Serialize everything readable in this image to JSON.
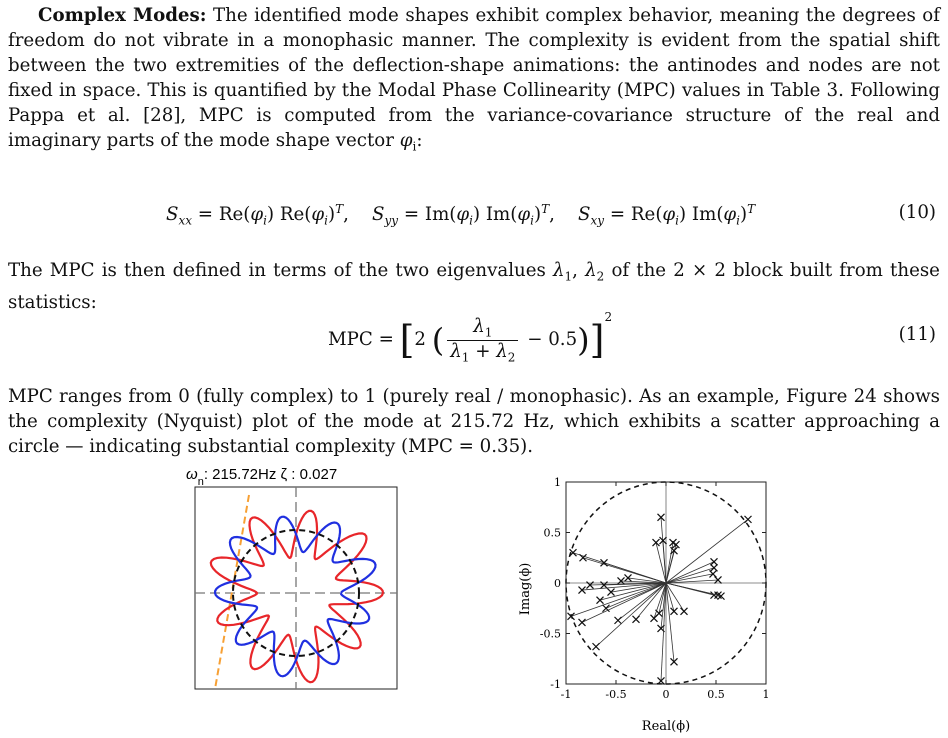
{
  "paragraph1": {
    "runin": "Complex Modes:",
    "text": "The identified mode shapes exhibit complex behavior, meaning the degrees of freedom do not vibrate in a monophasic manner. The complexity is evident from the spatial shift between the two extremities of the deflection-shape animations: the antinodes and nodes are not fixed in space. This is quantified by the Modal Phase Collinearity (MPC) values in Table 3. Following Pappa et al. [28], MPC is computed from the variance-covariance structure of the real and imaginary parts of the mode shape vector",
    "symbol": "φ",
    "symbol_sub": "i",
    "end": ":"
  },
  "equation10": {
    "number": "(10)"
  },
  "paragraph2": {
    "text_a": "The MPC is then defined in terms of the two eigenvalues",
    "text_b": "of the 2 × 2 block built from these statistics:"
  },
  "equation11": {
    "number": "(11)",
    "lhs": "MPC"
  },
  "paragraph3": {
    "text": "MPC ranges from 0 (fully complex) to 1 (purely real / monophasic). As an example, Figure 24 shows the complexity (Nyquist) plot of the mode at 215.72 Hz, which exhibits a scatter approaching a circle — indicating substantial complexity (MPC = 0.35)."
  },
  "figure_left": {
    "title_omega": "ω",
    "title_n": "n",
    "title_rest": ": 215.72Hz  ζ : 0.027",
    "colors": {
      "red": "#e8262a",
      "blue": "#2030e0",
      "orange": "#f7a034",
      "black": "#111111"
    }
  },
  "chart_data": {
    "type": "scatter",
    "title": "",
    "xlabel": "Real(ϕ)",
    "ylabel": "Imag(ϕ)",
    "xlim": [
      -1,
      1
    ],
    "ylim": [
      -1,
      1
    ],
    "xticks": [
      "-1",
      "-0.5",
      "0",
      "0.5",
      "1"
    ],
    "yticks": [
      "1",
      "0.5",
      "0",
      "-0.5",
      "-1"
    ],
    "grid": false,
    "reference_circle": "dashed unit circle",
    "points": [
      {
        "x": -0.05,
        "y": 0.65
      },
      {
        "x": -0.1,
        "y": 0.4
      },
      {
        "x": -0.03,
        "y": 0.42
      },
      {
        "x": 0.07,
        "y": 0.4
      },
      {
        "x": 0.1,
        "y": 0.38
      },
      {
        "x": 0.08,
        "y": 0.32
      },
      {
        "x": 0.82,
        "y": 0.63
      },
      {
        "x": -0.93,
        "y": 0.3
      },
      {
        "x": -0.83,
        "y": 0.25
      },
      {
        "x": -0.62,
        "y": 0.2
      },
      {
        "x": -0.45,
        "y": 0.02
      },
      {
        "x": -0.38,
        "y": 0.05
      },
      {
        "x": -0.76,
        "y": -0.02
      },
      {
        "x": -0.62,
        "y": -0.02
      },
      {
        "x": -0.84,
        "y": -0.07
      },
      {
        "x": -0.55,
        "y": -0.09
      },
      {
        "x": -0.66,
        "y": -0.17
      },
      {
        "x": -0.6,
        "y": -0.25
      },
      {
        "x": -0.95,
        "y": -0.33
      },
      {
        "x": -0.84,
        "y": -0.39
      },
      {
        "x": -0.48,
        "y": -0.37
      },
      {
        "x": -0.3,
        "y": -0.36
      },
      {
        "x": -0.07,
        "y": -0.3
      },
      {
        "x": -0.12,
        "y": -0.35
      },
      {
        "x": -0.05,
        "y": -0.45
      },
      {
        "x": 0.08,
        "y": -0.28
      },
      {
        "x": 0.18,
        "y": -0.28
      },
      {
        "x": 0.48,
        "y": 0.21
      },
      {
        "x": 0.48,
        "y": 0.15
      },
      {
        "x": 0.47,
        "y": 0.09
      },
      {
        "x": 0.52,
        "y": 0.03
      },
      {
        "x": 0.48,
        "y": -0.12
      },
      {
        "x": 0.52,
        "y": -0.12
      },
      {
        "x": 0.55,
        "y": -0.13
      },
      {
        "x": -0.7,
        "y": -0.63
      },
      {
        "x": 0.08,
        "y": -0.78
      },
      {
        "x": -0.05,
        "y": -0.97
      }
    ]
  }
}
